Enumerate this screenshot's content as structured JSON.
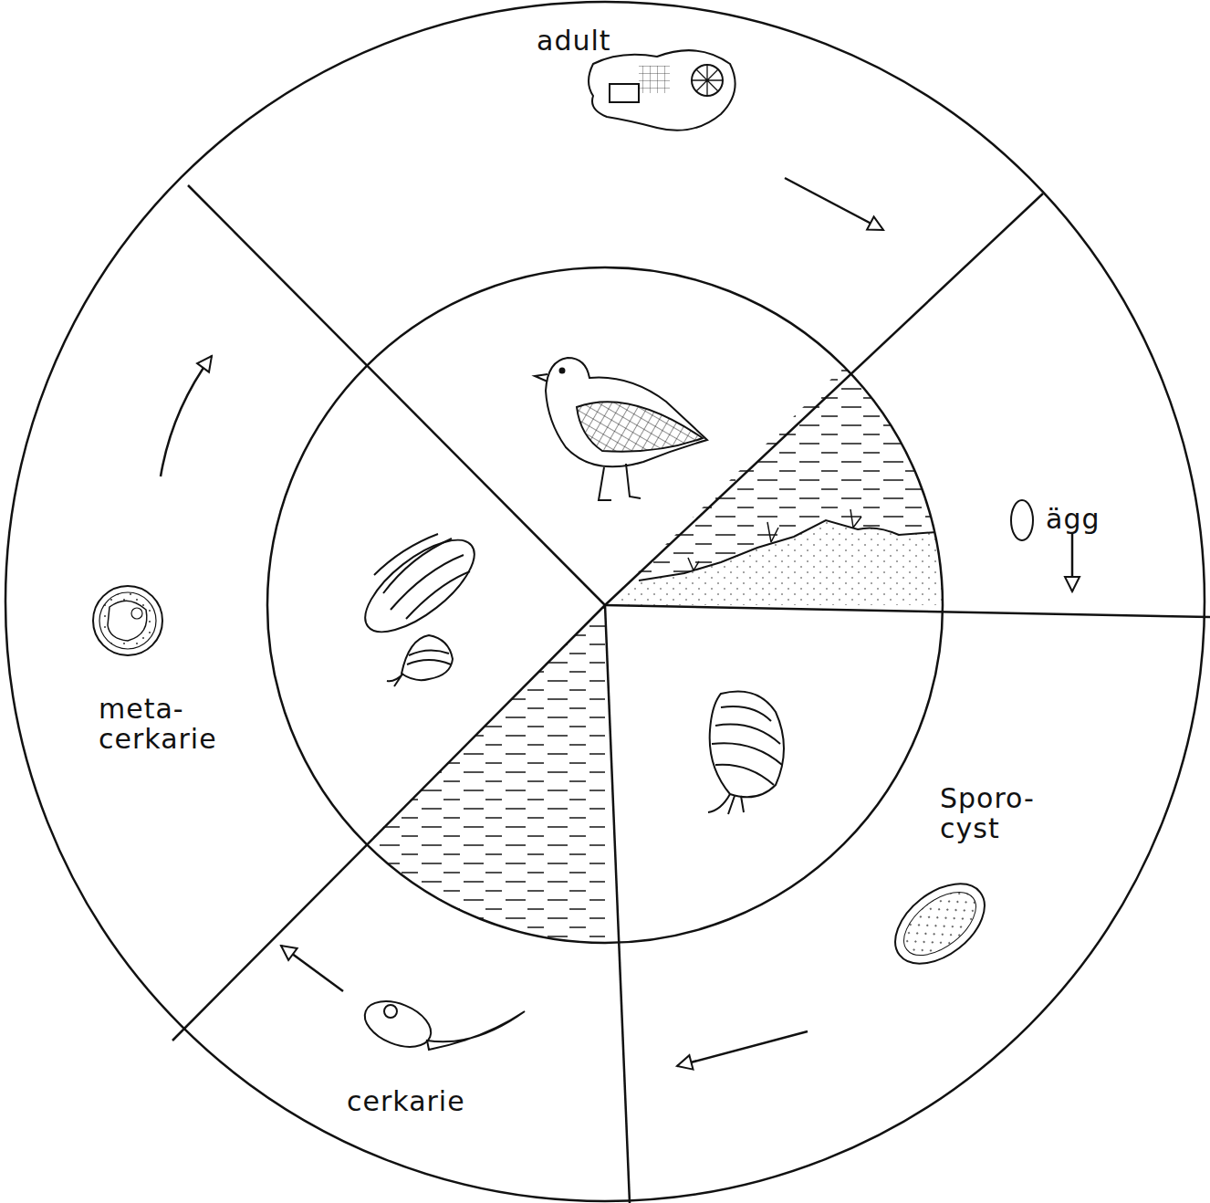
{
  "diagram": {
    "labels": [
      "adult",
      "ägg",
      "Sporo- cyst",
      "cerkarie",
      "meta- cerkarie"
    ]
  }
}
